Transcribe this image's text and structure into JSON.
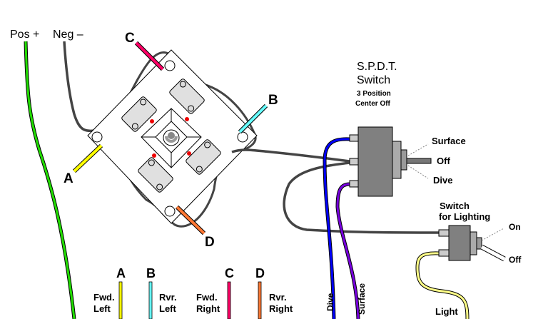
{
  "power": {
    "pos_label": "Pos +",
    "neg_label": "Neg –"
  },
  "joystick": {
    "wire_labels": {
      "a": "A",
      "b": "B",
      "c": "C",
      "d": "D"
    }
  },
  "spdt_switch": {
    "title_line1": "S.P.D.T.",
    "title_line2": "Switch",
    "subtitle_line1": "3 Position",
    "subtitle_line2": "Center Off",
    "positions": [
      "Surface",
      "Off",
      "Dive"
    ]
  },
  "light_switch": {
    "title_line1": "Switch",
    "title_line2": "for Lighting",
    "positions": [
      "On",
      "Off"
    ]
  },
  "output_wires": {
    "dive": "Dive",
    "surface": "Surface",
    "light": "Light"
  },
  "legend": [
    {
      "letter": "A",
      "line1": "Fwd.",
      "line2": "Left",
      "color": "#ffff00"
    },
    {
      "letter": "B",
      "line1": "Rvr.",
      "line2": "Left",
      "color": "#66ffff"
    },
    {
      "letter": "C",
      "line1": "Fwd.",
      "line2": "Right",
      "color": "#ff0066"
    },
    {
      "letter": "D",
      "line1": "Rvr.",
      "line2": "Right",
      "color": "#ff7733"
    }
  ],
  "colors": {
    "pos_wire": "#22dd00",
    "neg_wire": "#444444",
    "wire_a": "#ffff00",
    "wire_b": "#66ffff",
    "wire_c": "#ff0066",
    "wire_d": "#ff7733",
    "dive_wire": "#0000ff",
    "surface_wire": "#7700dd",
    "light_wire": "#ffff88",
    "switch_body": "#808080"
  }
}
